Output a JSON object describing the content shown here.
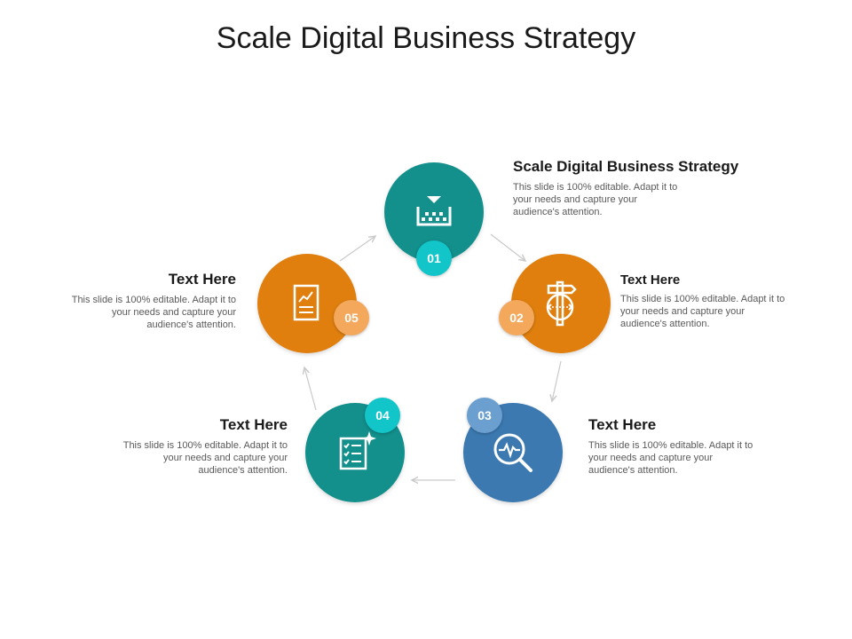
{
  "title": "Scale Digital Business Strategy",
  "colors": {
    "teal": "#138f8c",
    "orange": "#e07f0e",
    "blue": "#3b79b0",
    "badge_teal": "#12c5c8",
    "badge_orange": "#f3a85c",
    "badge_blue": "#6a9fd0",
    "arrow": "#c9c9c9"
  },
  "steps": [
    {
      "number": "01",
      "heading": "Scale Digital Business Strategy",
      "text": "This slide is 100% editable. Adapt it to your needs and capture your audience's attention.",
      "icon": "inbox-download-icon"
    },
    {
      "number": "02",
      "heading": "Text Here",
      "text": "This slide is 100% editable. Adapt it to your needs and capture your audience's attention.",
      "icon": "signpost-globe-icon"
    },
    {
      "number": "03",
      "heading": "Text Here",
      "text": "This slide is 100% editable. Adapt it to your needs and capture your audience's attention.",
      "icon": "magnifier-pulse-icon"
    },
    {
      "number": "04",
      "heading": "Text Here",
      "text": "This slide is 100% editable. Adapt it to your needs and capture your audience's attention.",
      "icon": "checklist-sparkle-icon"
    },
    {
      "number": "05",
      "heading": "Text Here",
      "text": "This slide is 100% editable. Adapt it to your needs and capture your audience's attention.",
      "icon": "document-chart-icon"
    }
  ]
}
